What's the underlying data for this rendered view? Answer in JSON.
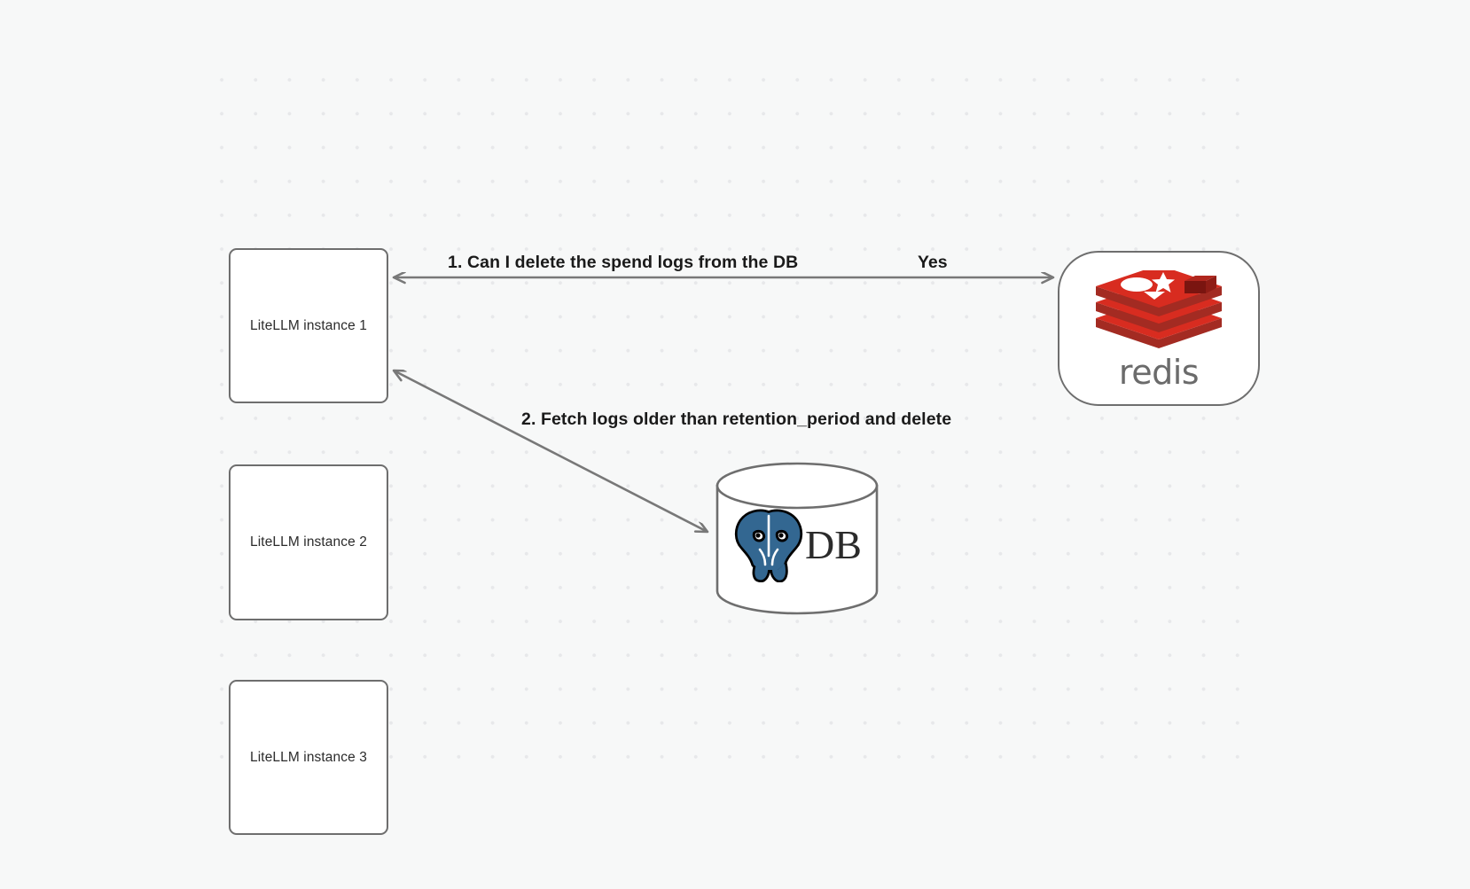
{
  "canvas": {
    "background_color": "#f7f8f8",
    "dot_grid_color": "#e7e8ea",
    "node_border_color": "#6e6e6e",
    "edge_color": "#787878"
  },
  "nodes": [
    {
      "id": "instance-1",
      "label": "LiteLLM instance 1",
      "shape": "rounded-rect"
    },
    {
      "id": "instance-2",
      "label": "LiteLLM instance 2",
      "shape": "rounded-rect"
    },
    {
      "id": "instance-3",
      "label": "LiteLLM instance 3",
      "shape": "rounded-rect"
    },
    {
      "id": "redis",
      "label": "redis",
      "shape": "stadium",
      "logo": "redis-logo",
      "brand_color": "#c6302b"
    },
    {
      "id": "db",
      "label": "DB",
      "shape": "cylinder",
      "logo": "postgresql-elephant-logo",
      "brand_color": "#336791"
    }
  ],
  "edges": [
    {
      "id": "edge-1",
      "from": "redis",
      "to": "instance-1",
      "label": "1.  Can I delete the spend logs from the DB",
      "secondary_label": "Yes",
      "direction": "bidirectional"
    },
    {
      "id": "edge-2",
      "from": "instance-1",
      "to": "db",
      "label": "2.  Fetch logs older than retention_period and delete",
      "direction": "bidirectional"
    }
  ],
  "labels": {
    "step_1": "1.  Can I delete the spend logs from the DB",
    "yes": "Yes",
    "step_2": "2.  Fetch logs older than retention_period and delete"
  }
}
